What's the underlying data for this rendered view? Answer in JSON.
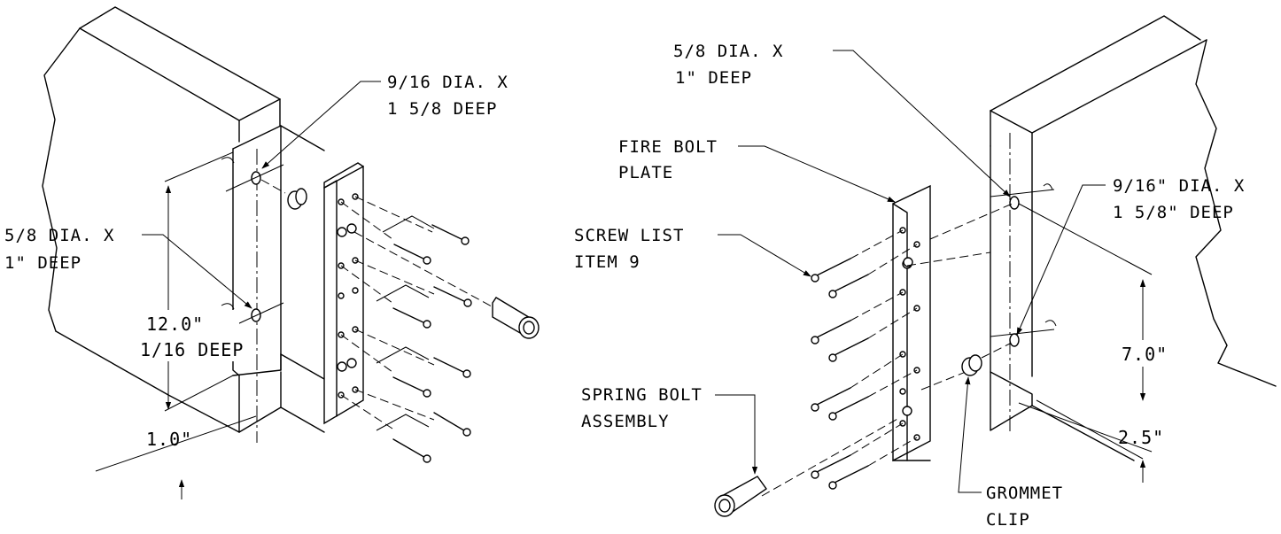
{
  "left_view": {
    "callout_top_hole": {
      "line1": "9/16 DIA. X",
      "line2": "1 5/8 DEEP"
    },
    "callout_side_hole": {
      "line1": "5/8 DIA. X",
      "line2": "1\" DEEP"
    },
    "dim_height": {
      "line1": "12.0\"",
      "line2": "1/16 DEEP"
    },
    "dim_width": "1.0\""
  },
  "right_view": {
    "callout_top_hole": {
      "line1": "5/8 DIA. X",
      "line2": "1\" DEEP"
    },
    "callout_fire_bolt": {
      "line1": "FIRE BOLT",
      "line2": "PLATE"
    },
    "callout_screw": {
      "line1": "SCREW LIST",
      "line2": "ITEM 9"
    },
    "callout_side_hole": {
      "line1": "9/16\" DIA. X",
      "line2": "1 5/8\" DEEP"
    },
    "callout_spring_bolt": {
      "line1": "SPRING BOLT",
      "line2": "ASSEMBLY"
    },
    "callout_grommet": {
      "line1": "GROMMET",
      "line2": "CLIP"
    },
    "dim_upper": "7.0\"",
    "dim_lower": "2.5\""
  }
}
